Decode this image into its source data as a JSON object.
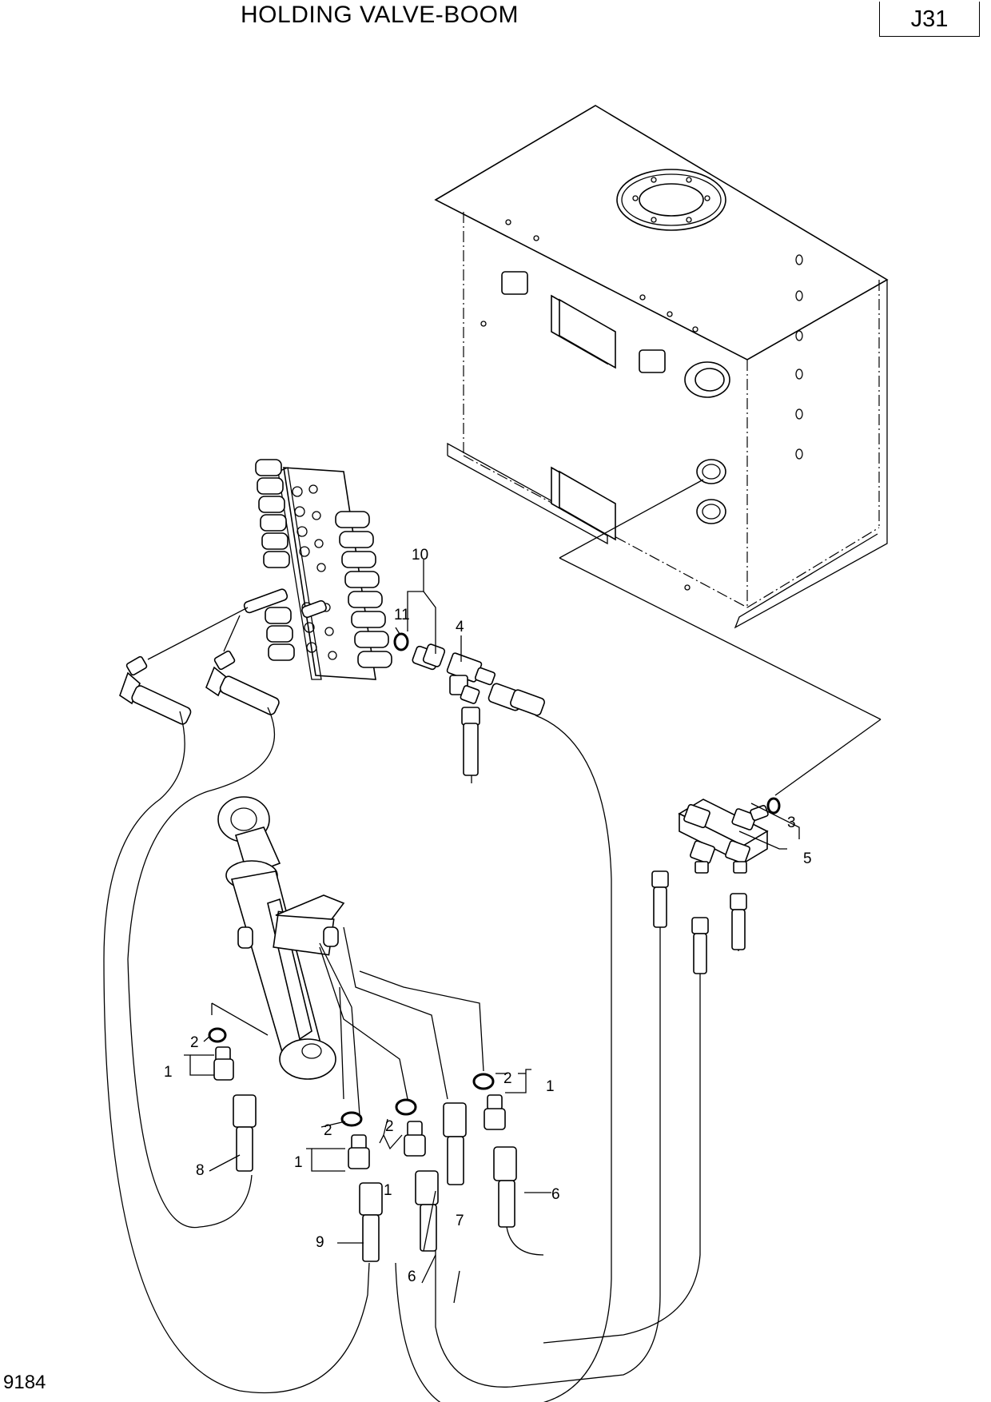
{
  "header": {
    "title": "HOLDING VALVE-BOOM",
    "page_code": "J31"
  },
  "footer": {
    "drawing_number": "9184"
  },
  "callouts": {
    "c1a": "1",
    "c1b": "1",
    "c1c": "1",
    "c1d": "1",
    "c2a": "2",
    "c2b": "2",
    "c2c": "2",
    "c2d": "2",
    "c3": "3",
    "c4": "4",
    "c5": "5",
    "c6a": "6",
    "c6b": "6",
    "c7": "7",
    "c8": "8",
    "c9": "9",
    "c10": "10",
    "c11": "11"
  }
}
